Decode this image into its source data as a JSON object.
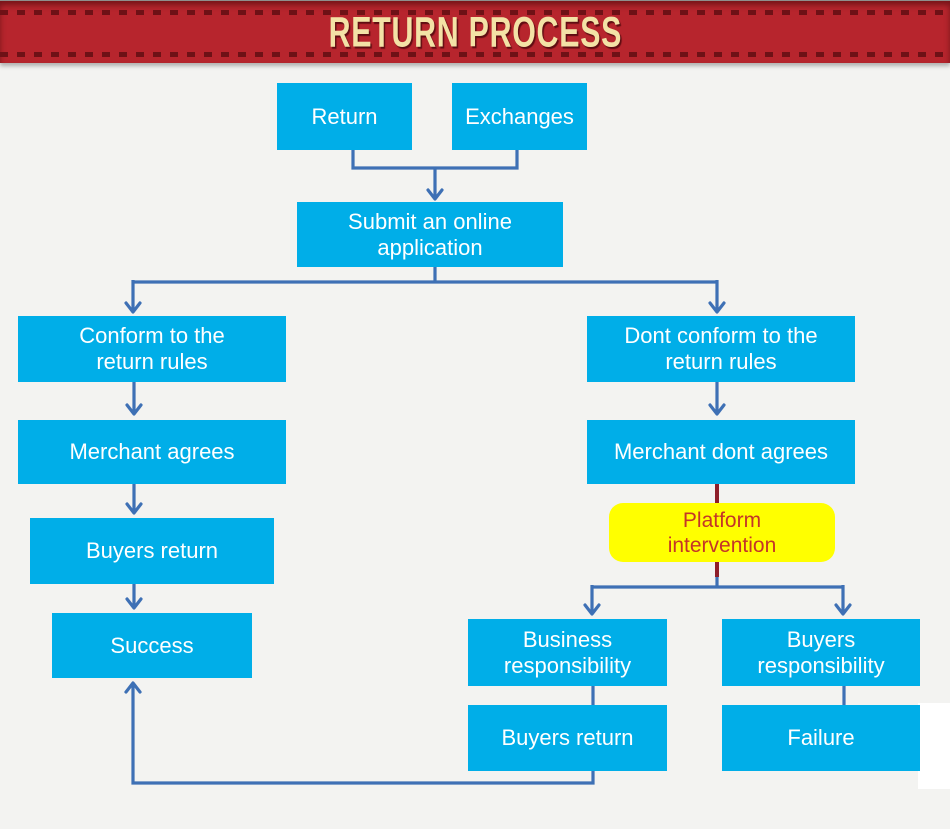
{
  "banner": {
    "title": "RETURN PROCESS",
    "bg_color": "#B7252D",
    "dash_color": "#6E1116",
    "title_color": "#F3E2A6"
  },
  "nodes": {
    "return": {
      "label": "Return"
    },
    "exchanges": {
      "label": "Exchanges"
    },
    "submit": {
      "label": "Submit an online\napplication"
    },
    "conform": {
      "label": "Conform to the\nreturn rules"
    },
    "merchant_agrees": {
      "label": "Merchant agrees"
    },
    "buyers_return_left": {
      "label": "Buyers return"
    },
    "success": {
      "label": "Success"
    },
    "dont_conform": {
      "label": "Dont conform to the\nreturn rules"
    },
    "merchant_dont_agrees": {
      "label": "Merchant dont agrees"
    },
    "platform_intervention": {
      "label": "Platform\nintervention"
    },
    "business_responsibility": {
      "label": "Business\nresponsibility"
    },
    "buyers_responsibility": {
      "label": "Buyers\nresponsibility"
    },
    "buyers_return_bottom": {
      "label": "Buyers return"
    },
    "failure": {
      "label": "Failure"
    }
  },
  "colors": {
    "node_fill": "#00AEE8",
    "node_text": "#FFFFFF",
    "connector_blue": "#3E70B5",
    "connector_dark_red": "#8E1E2A",
    "highlight_fill": "#FFFF00",
    "highlight_text": "#C43528",
    "background": "#F3F3F1"
  }
}
